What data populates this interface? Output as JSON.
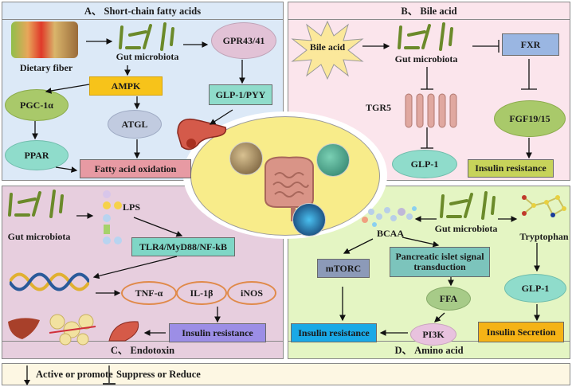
{
  "panels": {
    "A": {
      "title": "A、 Short-chain fatty acids",
      "nodes": {
        "dietary_fiber": "Dietary fiber",
        "gut_microbiota": "Gut microbiota",
        "gpr": "GPR43/41",
        "ampk": "AMPK",
        "glp_pyy": "GLP-1/PYY",
        "pgc": "PGC-1α",
        "atgl": "ATGL",
        "ppar": "PPAR",
        "fao": "Fatty acid oxidation"
      },
      "images": [
        "food-image",
        "bacteria-image",
        "pancreas-image"
      ]
    },
    "B": {
      "title": "B、 Bile acid",
      "nodes": {
        "bile_acid": "Bile acid",
        "gut_microbiota": "Gut microbiota",
        "fxr": "FXR",
        "tgr5": "TGR5",
        "fgf": "FGF19/15",
        "glp1": "GLP-1",
        "insulin_resistance": "Insulin resistance"
      }
    },
    "C": {
      "title": "C、 Endotoxin",
      "nodes": {
        "gut_microbiota": "Gut microbiota",
        "lps": "LPS",
        "tlr": "TLR4/MyD88/NF-kB",
        "tnf": "TNF-α",
        "il1b": "IL-1β",
        "inos": "iNOS",
        "insulin_resistance": "Insulin resistance"
      }
    },
    "D": {
      "title": "D、 Amino acid",
      "nodes": {
        "bcaa": "BCAA",
        "gut_microbiota": "Gut microbiota",
        "tryptophan": "Tryptophan",
        "mtorc": "mTORC",
        "islet": "Pancreatic islet signal transduction",
        "glp1": "GLP-1",
        "ffa": "FFA",
        "insulin_resistance": "Insulin resistance",
        "pi3k": "PI3K",
        "insulin_secretion": "Insulin Secretion"
      }
    }
  },
  "legend": {
    "promote": "Active or promote",
    "suppress": "Suppress or Reduce"
  },
  "colors": {
    "panelA": "#dce9f7",
    "panelB": "#fbe5ec",
    "panelC": "#e7cede",
    "panelD": "#e4f5c3",
    "center": "#f8ec8a",
    "ampk": "#f7c31a",
    "teal": "#8fdccb",
    "green_ellipse": "#a9c96a",
    "pink_rect": "#e79aa3",
    "purple_rect": "#9c8ee6",
    "blue_rect": "#1aa9e6",
    "orange_rect": "#f5b316",
    "olive_rect": "#c7d35a"
  }
}
